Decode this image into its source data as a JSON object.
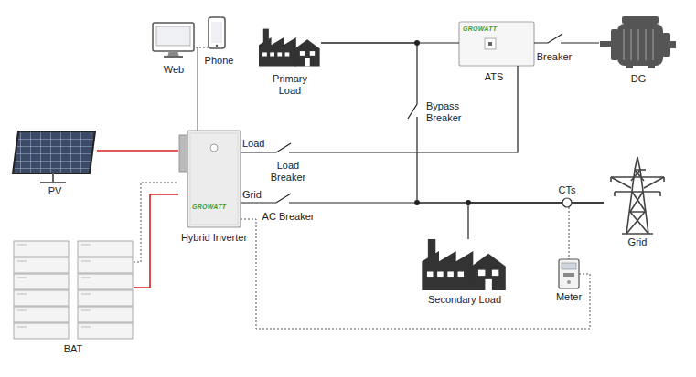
{
  "diagram": {
    "nodes": [
      {
        "text": [
          "Web"
        ]
      },
      {
        "text": [
          "Phone"
        ]
      },
      {
        "text": [
          "Primary Load"
        ]
      },
      {
        "text": [
          "ATS"
        ]
      },
      {
        "text": [
          "DG"
        ]
      },
      {
        "text": [
          "PV"
        ]
      },
      {
        "text": [
          "Hybrid Inverter"
        ]
      },
      {
        "text": [
          "Grid"
        ]
      },
      {
        "text": [
          "Secondary Load"
        ]
      },
      {
        "text": [
          "Meter"
        ]
      },
      {
        "text": [
          "BAT"
        ]
      }
    ],
    "edges": [
      {
        "from": 0,
        "to": 6,
        "arrow": "none"
      },
      {
        "from": 1,
        "to": 6,
        "arrow": "none"
      },
      {
        "from": 5,
        "to": 6,
        "arrow": "none"
      },
      {
        "from": 10,
        "to": 6,
        "arrow": "none"
      },
      {
        "from": 10,
        "to": 6,
        "arrow": "none"
      },
      {
        "from": 6,
        "to": 3,
        "arrow": "none"
      },
      {
        "from": 2,
        "to": 3,
        "arrow": "none"
      },
      {
        "from": 3,
        "to": 4,
        "arrow": "none"
      },
      {
        "from": 6,
        "to": 7,
        "arrow": "none"
      },
      {
        "from": 2,
        "to": 7,
        "arrow": "none"
      },
      {
        "from": 8,
        "to": 7,
        "arrow": "none"
      },
      {
        "from": 6,
        "to": 9,
        "arrow": "none"
      }
    ],
    "labels": [
      "Load",
      "Grid",
      "Load Breaker",
      "AC Breaker",
      "Bypass Breaker",
      "Breaker",
      "CTs",
      "GROWATT",
      "GROWATT"
    ]
  }
}
